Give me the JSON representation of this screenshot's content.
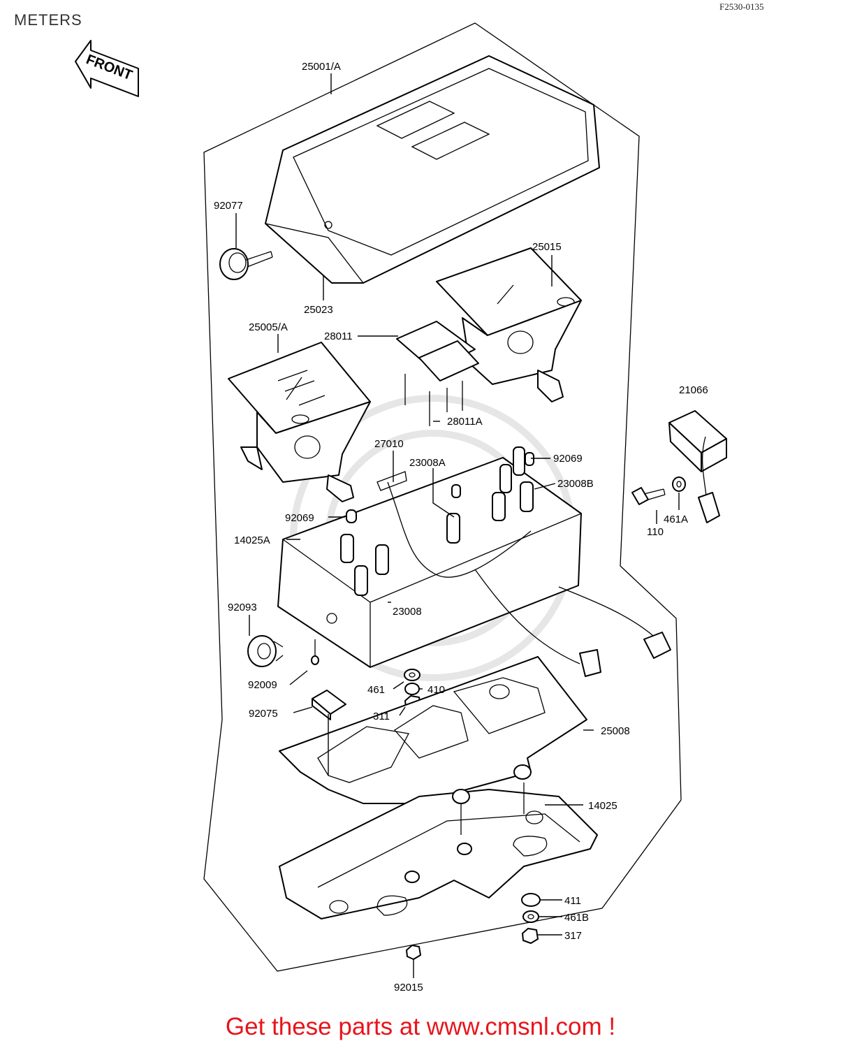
{
  "header": {
    "title": "METERS",
    "diagram_code": "F2530-0135"
  },
  "arrow": {
    "label": "FRONT"
  },
  "parts": [
    {
      "id": "25001/A"
    },
    {
      "id": "92077"
    },
    {
      "id": "25023"
    },
    {
      "id": "25015"
    },
    {
      "id": "25005/A"
    },
    {
      "id": "28011"
    },
    {
      "id": "28011A"
    },
    {
      "id": "21066"
    },
    {
      "id": "27010"
    },
    {
      "id": "23008A"
    },
    {
      "id": "92069"
    },
    {
      "id": "23008B"
    },
    {
      "id": "92069"
    },
    {
      "id": "14025A"
    },
    {
      "id": "110"
    },
    {
      "id": "461A"
    },
    {
      "id": "92093"
    },
    {
      "id": "23008"
    },
    {
      "id": "92009"
    },
    {
      "id": "461"
    },
    {
      "id": "410"
    },
    {
      "id": "92075"
    },
    {
      "id": "311"
    },
    {
      "id": "25008"
    },
    {
      "id": "14025"
    },
    {
      "id": "411"
    },
    {
      "id": "461B"
    },
    {
      "id": "317"
    },
    {
      "id": "92015"
    }
  ],
  "footer": {
    "cta": "Get these parts at www.cmsnl.com !"
  }
}
